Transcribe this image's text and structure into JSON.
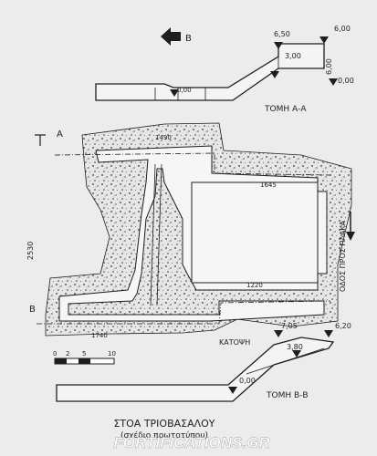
{
  "labels": {
    "title": "ΣΤΟΑ ΤΡΙΟΒΑΣΑΛΟΥ",
    "subtitle": "(σχέδιο πρωτοτύπου)",
    "section_aa": "ΤΟΜΗ Α-Α",
    "section_bb": "ΤΟΜΗ Β-Β",
    "plan": "ΚΑΤΟΨΗ",
    "street": "ΟΔΟΣ ΠΡΟΣ ΠΛΑΚΑ",
    "north": "Β",
    "watermark": "FORTIFICATIONS.GR"
  },
  "markers": {
    "a": "Α",
    "b": "Β"
  },
  "levels_aa": [
    "6,50",
    "6,00",
    "3,00",
    "6,00",
    "0,00",
    "0,00"
  ],
  "levels_bb": [
    "7,05",
    "6,20",
    "3,80",
    "0,00"
  ],
  "dimensions": [
    "1490",
    "1645",
    "1220",
    "1740",
    "2530"
  ],
  "scale": {
    "ticks": [
      "0",
      "2",
      "5",
      "10"
    ]
  },
  "colors": {
    "ink": "#1e1e1e",
    "paper": "#ececec",
    "watermark": "#ffffff"
  }
}
